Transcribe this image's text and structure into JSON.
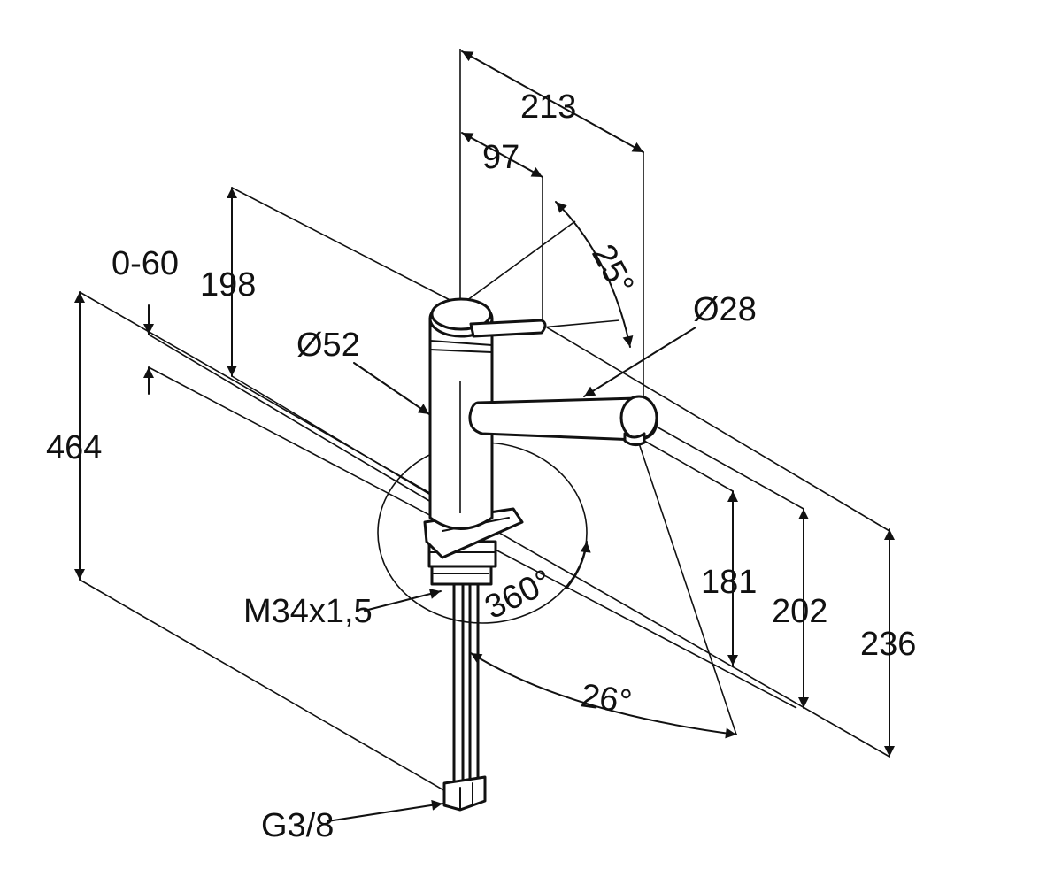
{
  "labels": {
    "spout_reach": "213",
    "lever_offset": "97",
    "lever_angle": "25°",
    "spout_diameter": "Ø28",
    "depth_range": "0-60",
    "head_height": "198",
    "body_diameter": "Ø52",
    "total_height": "464",
    "outlet_height": "181",
    "spout_height": "202",
    "max_height": "236",
    "rotation": "360°",
    "spout_angle": "26°",
    "mount_thread": "M34x1,5",
    "connection_thread": "G3/8"
  }
}
